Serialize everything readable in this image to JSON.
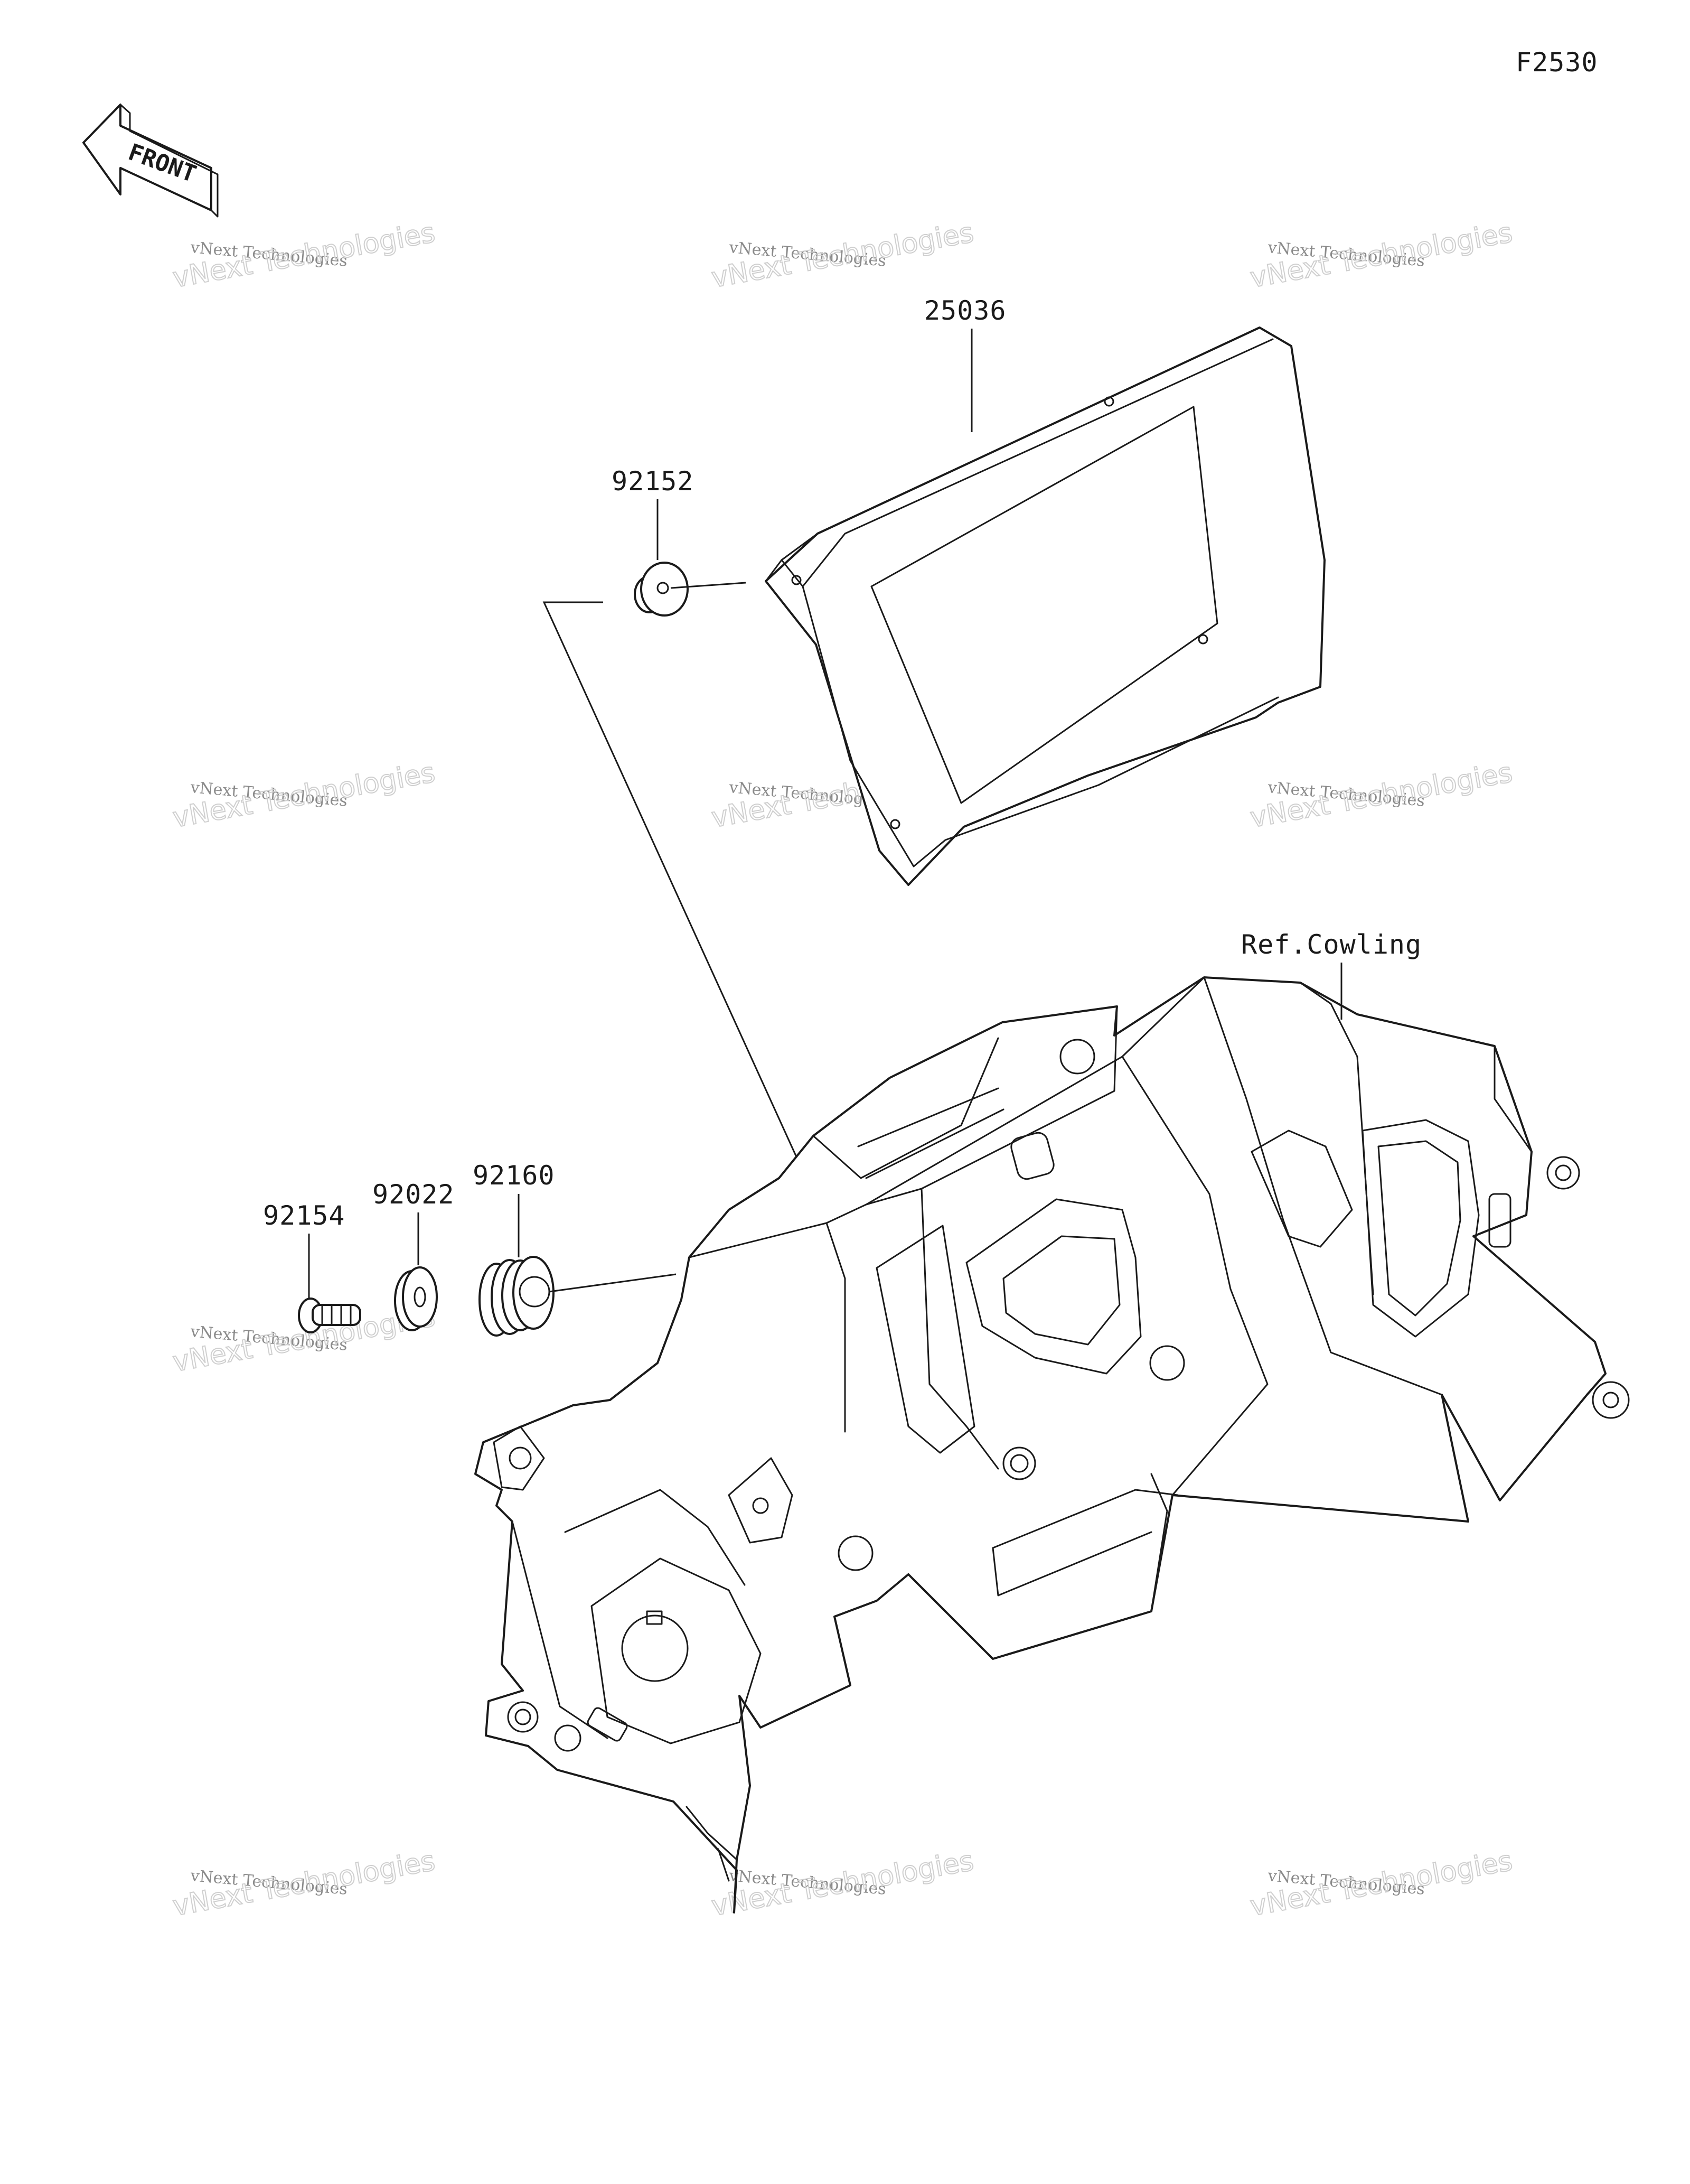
{
  "figure_code": "F2530",
  "front_arrow_text": "FRONT",
  "watermark": {
    "line1": "vNext Technologies",
    "line2": "vNext Technologies"
  },
  "callouts": {
    "meter": "25036",
    "screw_top": "92152",
    "bolt": "92154",
    "washer": "92022",
    "grommet": "92160",
    "ref_cowling": "Ref.Cowling"
  }
}
